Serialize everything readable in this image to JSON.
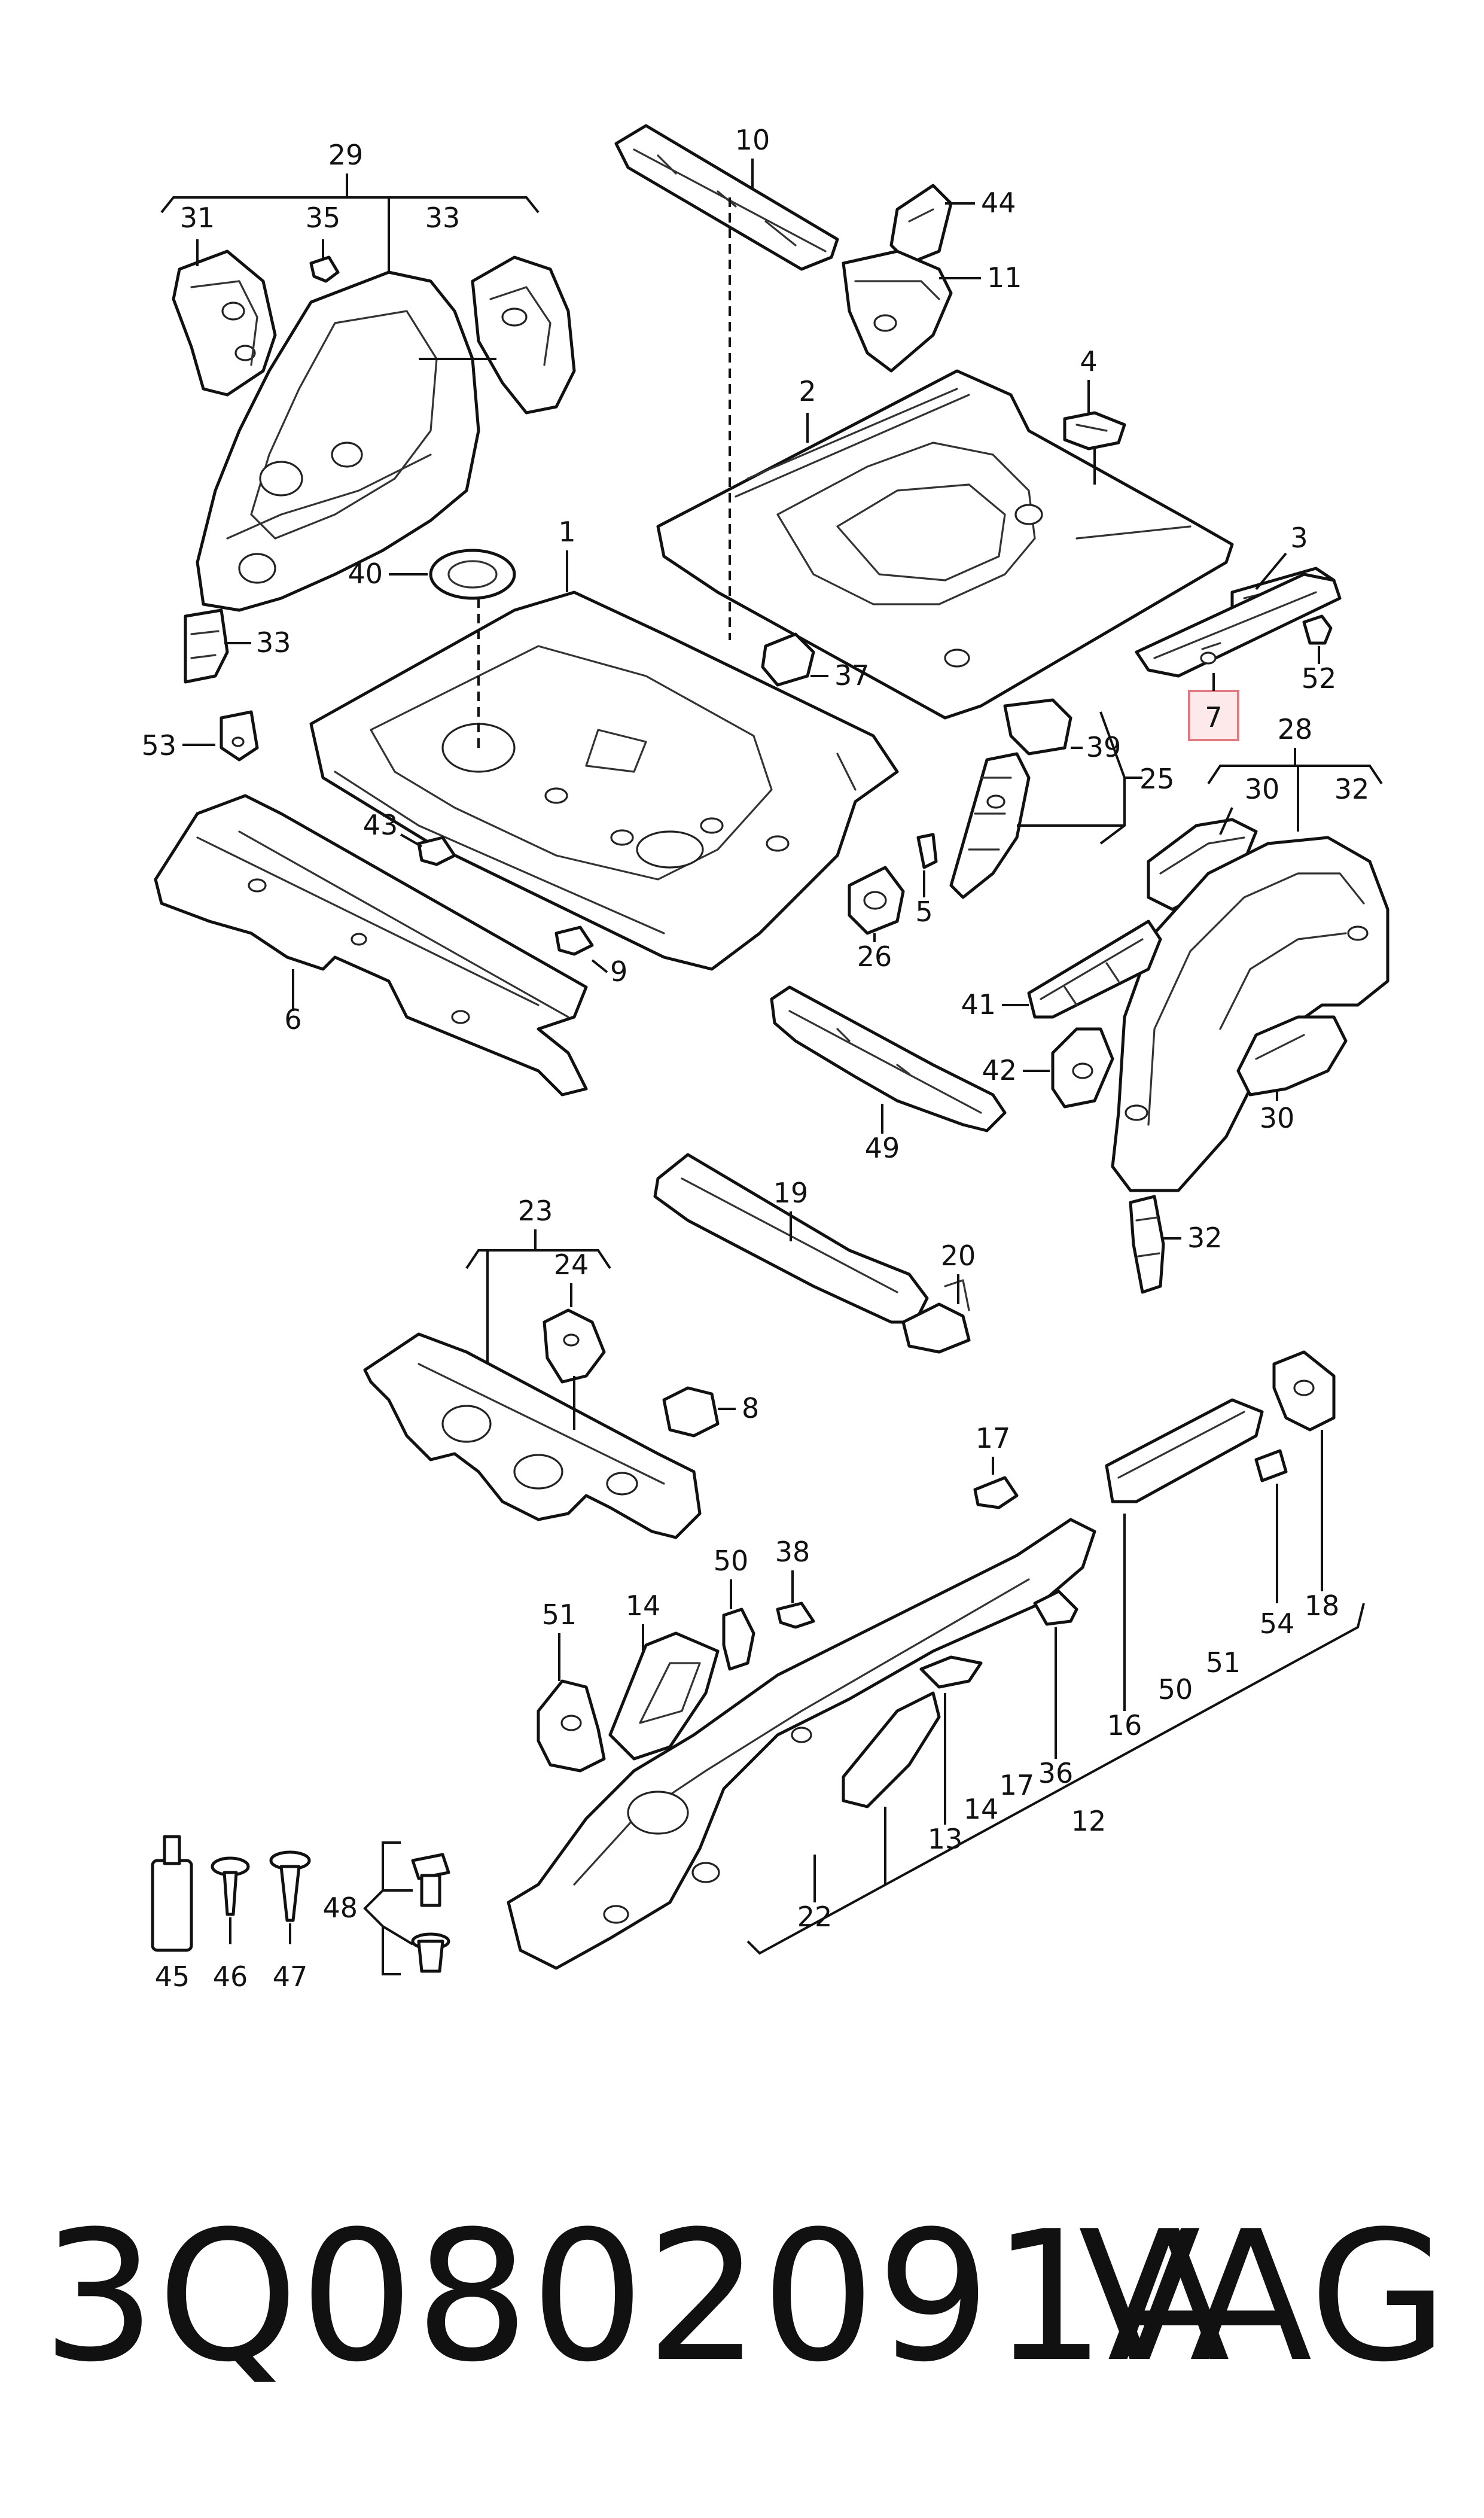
{
  "diagram": {
    "callouts": [
      "29",
      "31",
      "35",
      "33",
      "10",
      "44",
      "11",
      "2",
      "4",
      "1",
      "40",
      "3",
      "52",
      "7",
      "53",
      "37",
      "39",
      "25",
      "28",
      "30",
      "32",
      "43",
      "9",
      "6",
      "5",
      "26",
      "41",
      "42",
      "49",
      "19",
      "23",
      "24",
      "20",
      "8",
      "17",
      "50",
      "38",
      "51",
      "14",
      "54",
      "18",
      "16",
      "13",
      "36",
      "12",
      "22",
      "45",
      "46",
      "47",
      "48"
    ],
    "highlighted_callout": "7",
    "highlight_color": "#e07a80"
  },
  "footer": {
    "part_number": "3Q0802091A",
    "brand": "VAG"
  }
}
